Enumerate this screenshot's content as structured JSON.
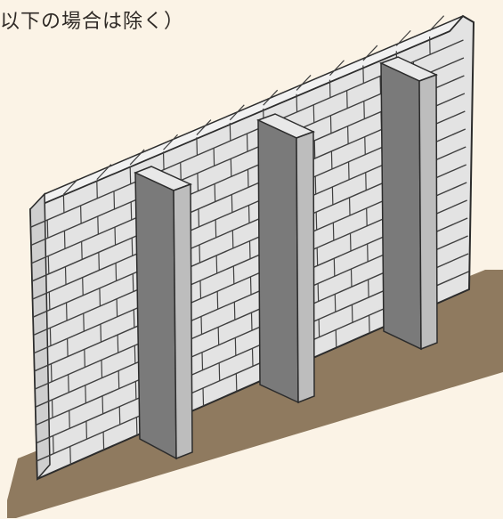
{
  "caption": "以下の場合は除く）",
  "colors": {
    "background": "#fbf3e6",
    "ground": "#8f7a5f",
    "block_face": "#e3e3e3",
    "block_top": "#f1f1f1",
    "mortar_line": "#3f3f3f",
    "buttress_face": "#7a7a7a",
    "buttress_side": "#bdbdbd",
    "buttress_top": "#e8e8e8",
    "outline": "#2c2c2c"
  },
  "icons": {
    "wall": "block-wall-illustration",
    "buttress": "buttress-pillar",
    "ground": "ground-slab"
  }
}
